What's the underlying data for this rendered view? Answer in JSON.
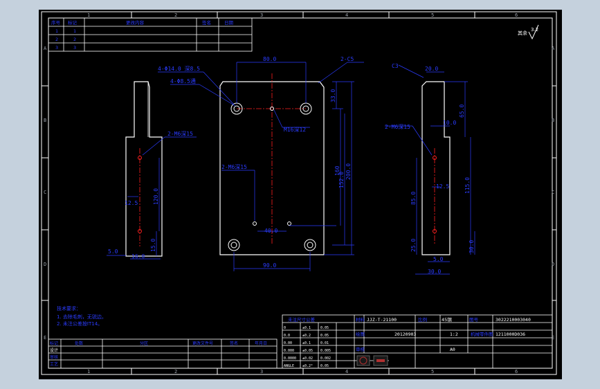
{
  "colors": {
    "background": "#c5d1dd",
    "paper": "#000000",
    "frame": "#ffffff",
    "dimension": "#2b3cff",
    "centerline": "#ff2020",
    "part": "#ffffff"
  },
  "border": {
    "cols": [
      "1",
      "2",
      "3",
      "4",
      "5",
      "6"
    ],
    "rows": [
      "A",
      "B",
      "C",
      "D",
      "E"
    ]
  },
  "revision_table": {
    "header": [
      "序号",
      "标记",
      "更改内容",
      "签名",
      "日期"
    ],
    "rows": [
      {
        "no": "1",
        "mark": "1"
      },
      {
        "no": "2",
        "mark": "2"
      },
      {
        "no": "3",
        "mark": "3"
      }
    ]
  },
  "roughness": {
    "prefix": "其余",
    "value": "3.2"
  },
  "left_view": {
    "callout": "2-M6深15",
    "dims": [
      "12.5",
      "120.0",
      "5.0",
      "16.0",
      "15.0"
    ]
  },
  "main_view": {
    "chamfer": "2-C5",
    "holes_callout_1": "4-Φ14.0 深8.5",
    "holes_callout_2": "4-Φ8.5通",
    "thread_callout": "M16深12",
    "bottom_callout": "2-M6深15",
    "dims": [
      "80.0",
      "33.0",
      "160",
      "152.0",
      "200.0",
      "40.0",
      "90.0"
    ]
  },
  "right_view": {
    "chamfer": "C3",
    "callout": "2-M6深15",
    "dims": [
      "20.0",
      "65.0",
      "10.0",
      "115.0",
      "30.0",
      "85.0",
      "12.5",
      "25.0",
      "5.0",
      "30.0"
    ]
  },
  "notes": {
    "title": "技术要求：",
    "lines": [
      "1. 去除毛刺，无锐边。",
      "2. 未注公差按IT14。"
    ]
  },
  "title_block": {
    "tol_header": "未注尺寸公差",
    "drawing_no": "JJZ-T-21100",
    "material_label": "材料",
    "material": "45钢",
    "student_no": "3022210003040",
    "scale_label": "比例",
    "scale": "1:2",
    "sheet_label": "图号",
    "sheet": "A0",
    "part_no": "1211000D036",
    "part_name": "机械零件图",
    "date": "20120903",
    "drawn_label": "绘图",
    "checked_label": "审核",
    "tol_rows": [
      {
        "range": "0",
        "a": "±0.1",
        "b": "0.05"
      },
      {
        "range": "0.0",
        "a": "±0.2",
        "b": "0.05"
      },
      {
        "range": "0.00",
        "a": "±0.1",
        "b": "0.01"
      },
      {
        "range": "0.000",
        "a": "±0.05",
        "b": "0.005"
      },
      {
        "range": "0.0000",
        "a": "±0.02",
        "b": "0.002"
      },
      {
        "range": "ANGLE",
        "a": "±0.2°",
        "b": "0.05"
      }
    ]
  },
  "signature_table": {
    "header": [
      "标记",
      "处数",
      "分区",
      "更改文件号",
      "签名",
      "年月日"
    ],
    "rows": [
      {
        "mark": "设计"
      },
      {
        "mark": "审核"
      },
      {
        "mark": "工艺"
      }
    ]
  }
}
